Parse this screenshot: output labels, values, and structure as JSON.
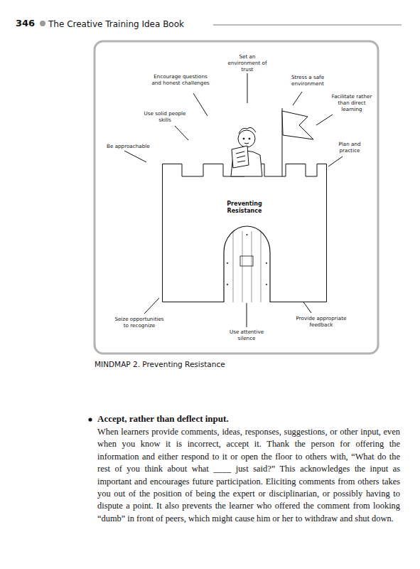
{
  "diagram": {
    "caption": "MINDMAP 2. Preventing Resistance",
    "nodes": [
      {
        "text": [
          "Preventing Resistance"
        ]
      }
    ],
    "labels": [
      "346",
      "The Creative Training Idea Book",
      "Set an environment of trust",
      "Encourage questions and honest challenges",
      "Stress a safe environment",
      "Facilitate rather than direct learning",
      "Use solid people skills",
      "Be approachable",
      "Plan and practice",
      "Seize opportunities to recognize",
      "Use attentive silence",
      "Provide appropriate feedback",
      "Accept, rather than deflect input.",
      "When learners provide comments, ideas, responses, suggestions, or other input, even when you know it is incorrect, accept it. Thank the person for offering the information and either respond to it or open the floor to others with, “What do the rest of you think about what ____ just said?” This acknowledges the input as important and encourages future participation. Eliciting comments from others takes you out of the position of being the expert or disciplinarian, or possibly having to dispute a point. It also prevents the learner who offered the comment from looking “dumb” in front of peers, which might cause him or her to withdraw and shut down."
    ]
  }
}
